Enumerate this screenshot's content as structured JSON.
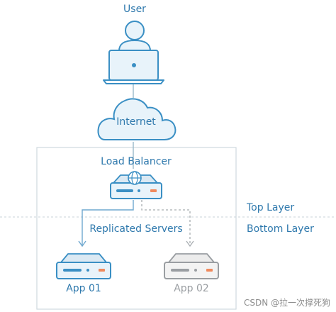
{
  "colors": {
    "primary": "#3a8fc4",
    "light": "#e8f3fa",
    "line": "#b6c8d4",
    "gray": "#9a9ea2",
    "grayLight": "#f1f1f1",
    "accent": "#f08a5d",
    "text": "#2f79ad",
    "watermark": "#8c8c8c"
  },
  "user": {
    "label": "User",
    "icon": "user-icon",
    "device_icon": "laptop-icon"
  },
  "network": {
    "label": "Internet",
    "icon": "cloud-icon"
  },
  "balancer": {
    "label": "Load Balancer",
    "icon": "server-globe-icon"
  },
  "group_label": "Replicated Servers",
  "layers": {
    "top": "Top Layer",
    "bottom": "Bottom Layer"
  },
  "servers": [
    {
      "label": "App 01",
      "icon": "server-icon",
      "state": "active"
    },
    {
      "label": "App 02",
      "icon": "server-icon",
      "state": "inactive"
    }
  ],
  "watermark": "CSDN @拉一次撑死狗"
}
